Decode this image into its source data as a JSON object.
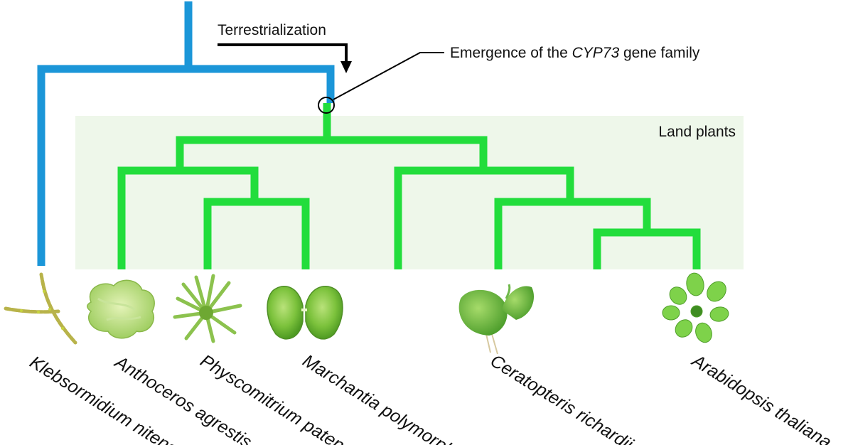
{
  "annotations": {
    "terrestrialization": "Terrestrialization",
    "emergence_prefix": "Emergence of the ",
    "emergence_gene": "CYP73",
    "emergence_suffix": " gene family",
    "land_plants": "Land plants"
  },
  "species": [
    {
      "name": "Klebsormidium nitens",
      "icon": "filamentous-alga"
    },
    {
      "name": "Anthoceros agrestis",
      "icon": "hornwort-thallus"
    },
    {
      "name": "Physcomitrium patens",
      "icon": "moss-gametophore"
    },
    {
      "name": "Marchantia polymorpha",
      "icon": "liverwort-gemmaling"
    },
    {
      "name": "Ceratopteris richardii",
      "icon": "fern-sporophyte"
    },
    {
      "name": "Arabidopsis thaliana",
      "icon": "rosette-plant"
    }
  ],
  "colors": {
    "streptophyte_branch": "#1b96d8",
    "land_plant_branch": "#22dd3c",
    "land_plant_shade": "#eef7ea",
    "arrow": "#000000"
  }
}
